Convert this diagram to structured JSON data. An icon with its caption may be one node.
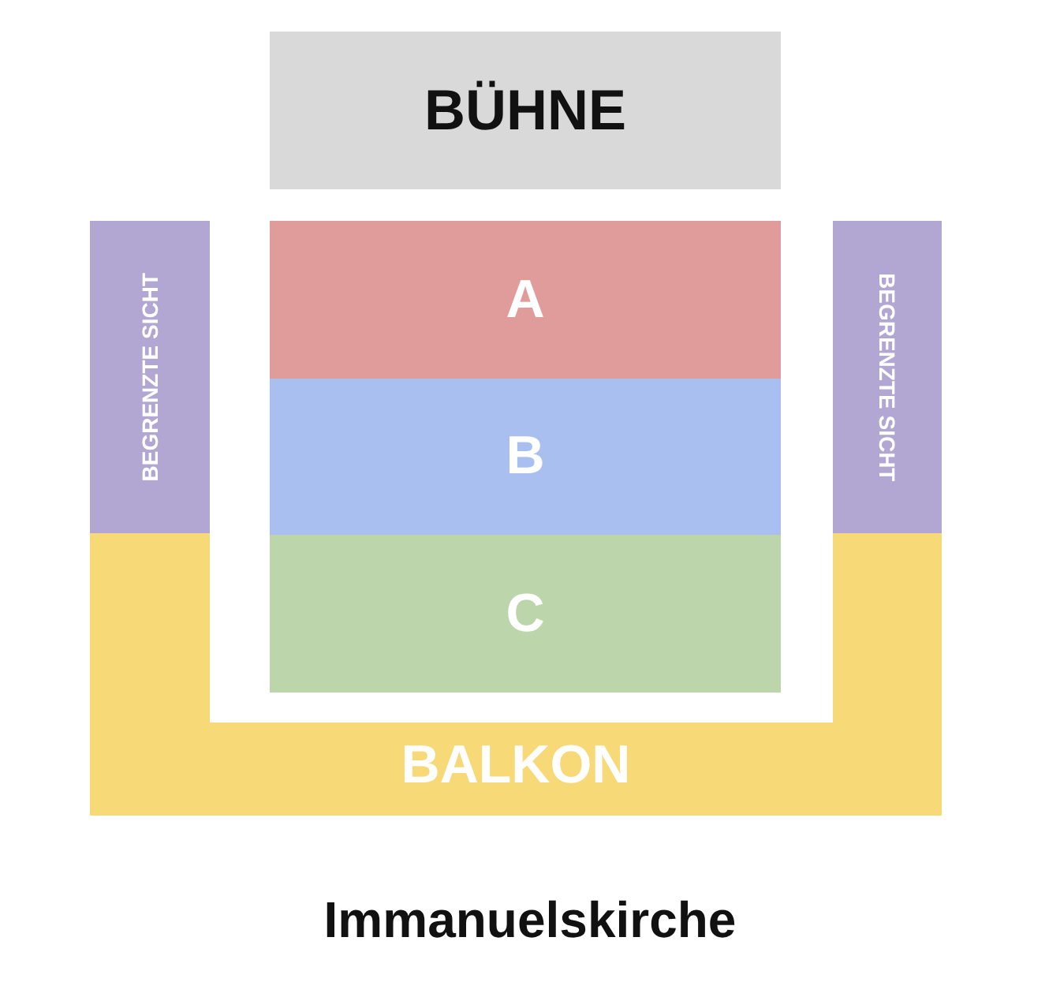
{
  "diagram": {
    "caption": "Immanuelskirche",
    "nodes": [
      {
        "text": [
          "BÜHNE"
        ]
      },
      {
        "text": [
          "A"
        ]
      },
      {
        "text": [
          "B"
        ]
      },
      {
        "text": [
          "C"
        ]
      },
      {
        "text": [
          "BEGRENZTE SICHT"
        ]
      },
      {
        "text": [
          "BEGRENZTE SICHT"
        ]
      },
      {
        "text": [
          "BALKON"
        ]
      }
    ],
    "edges": []
  }
}
